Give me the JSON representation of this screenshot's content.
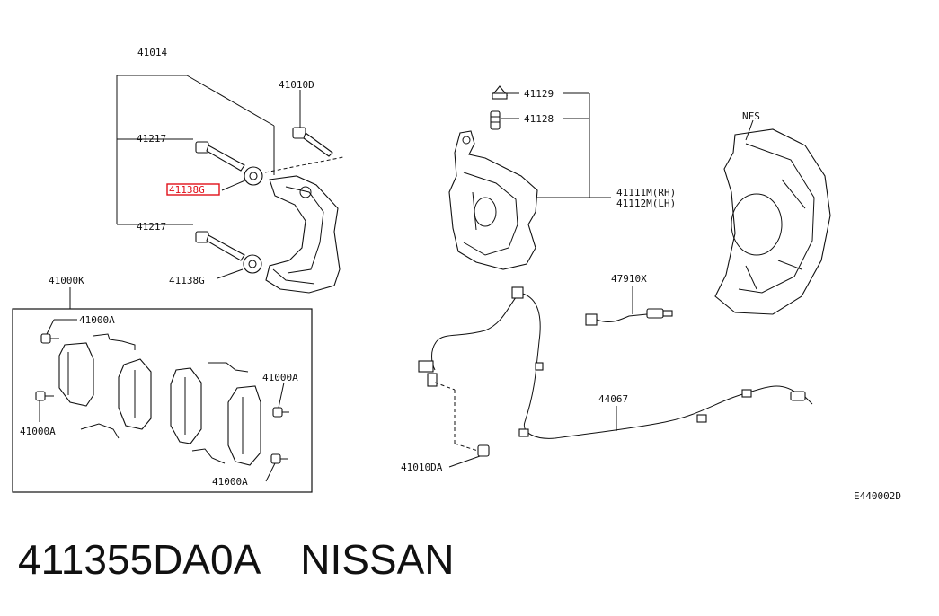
{
  "labels": {
    "l41014": "41014",
    "l41010D": "41010D",
    "l41217_top": "41217",
    "l41138G_red": "41138G",
    "l41217_bot": "41217",
    "l41138G": "41138G",
    "l41000K": "41000K",
    "l41000A_1": "41000A",
    "l41000A_2": "41000A",
    "l41000A_3": "41000A",
    "l41000A_4": "41000A",
    "l41129": "41129",
    "l41128": "41128",
    "l41111M": "41111M(RH)",
    "l41112M": "41112M(LH)",
    "lNFS": "NFS",
    "l47910X": "47910X",
    "l44067": "44067",
    "l41010DA": "41010DA",
    "diagram_code": "E440002D"
  },
  "caption": {
    "part_number": "411355DA0A",
    "brand": "NISSAN"
  },
  "colors": {
    "highlight": "#e0101a",
    "ink": "#111111"
  }
}
